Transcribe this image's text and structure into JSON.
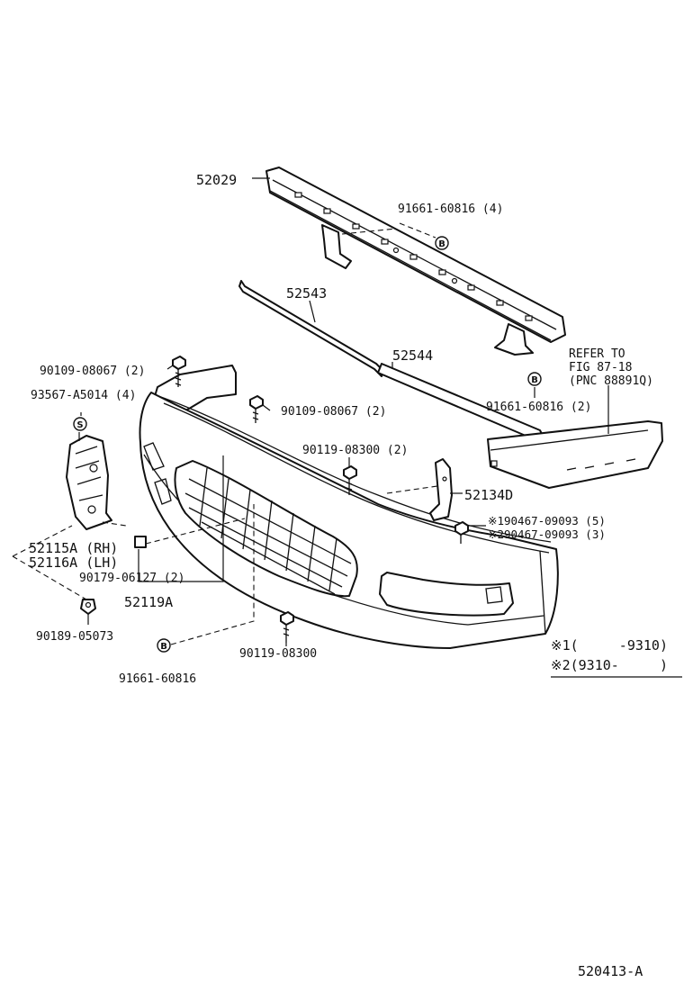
{
  "diagram": {
    "id": "520413-A",
    "parts": {
      "p52029": "52029",
      "p91661_top": "91661-60816 (4)",
      "p52543": "52543",
      "p52544": "52544",
      "refer1": "REFER TO",
      "refer2": "FIG 87-18",
      "refer3": "(PNC 88891Q)",
      "p90109_left": "90109-08067 (2)",
      "p91661_right": "91661-60816 (2)",
      "p93567": "93567-A5014 (4)",
      "p90109_mid": "90109-08067 (2)",
      "p90119_top": "90119-08300 (2)",
      "p52134D": "52134D",
      "p90467_1": "※190467-09093 (5)",
      "p90467_2": "※290467-09093 (3)",
      "p52115A": "52115A (RH)",
      "p52116A": "52116A (LH)",
      "p90179": "90179-06127 (2)",
      "p52119A": "52119A",
      "p90189": "90189-05073",
      "p91661_bottom": "91661-60816",
      "p90119_bottom": "90119-08300"
    },
    "legend": {
      "row1": "※1(     -9310)",
      "row2": "※2(9310-     )"
    },
    "badges": {
      "b": "B",
      "s": "S"
    }
  }
}
